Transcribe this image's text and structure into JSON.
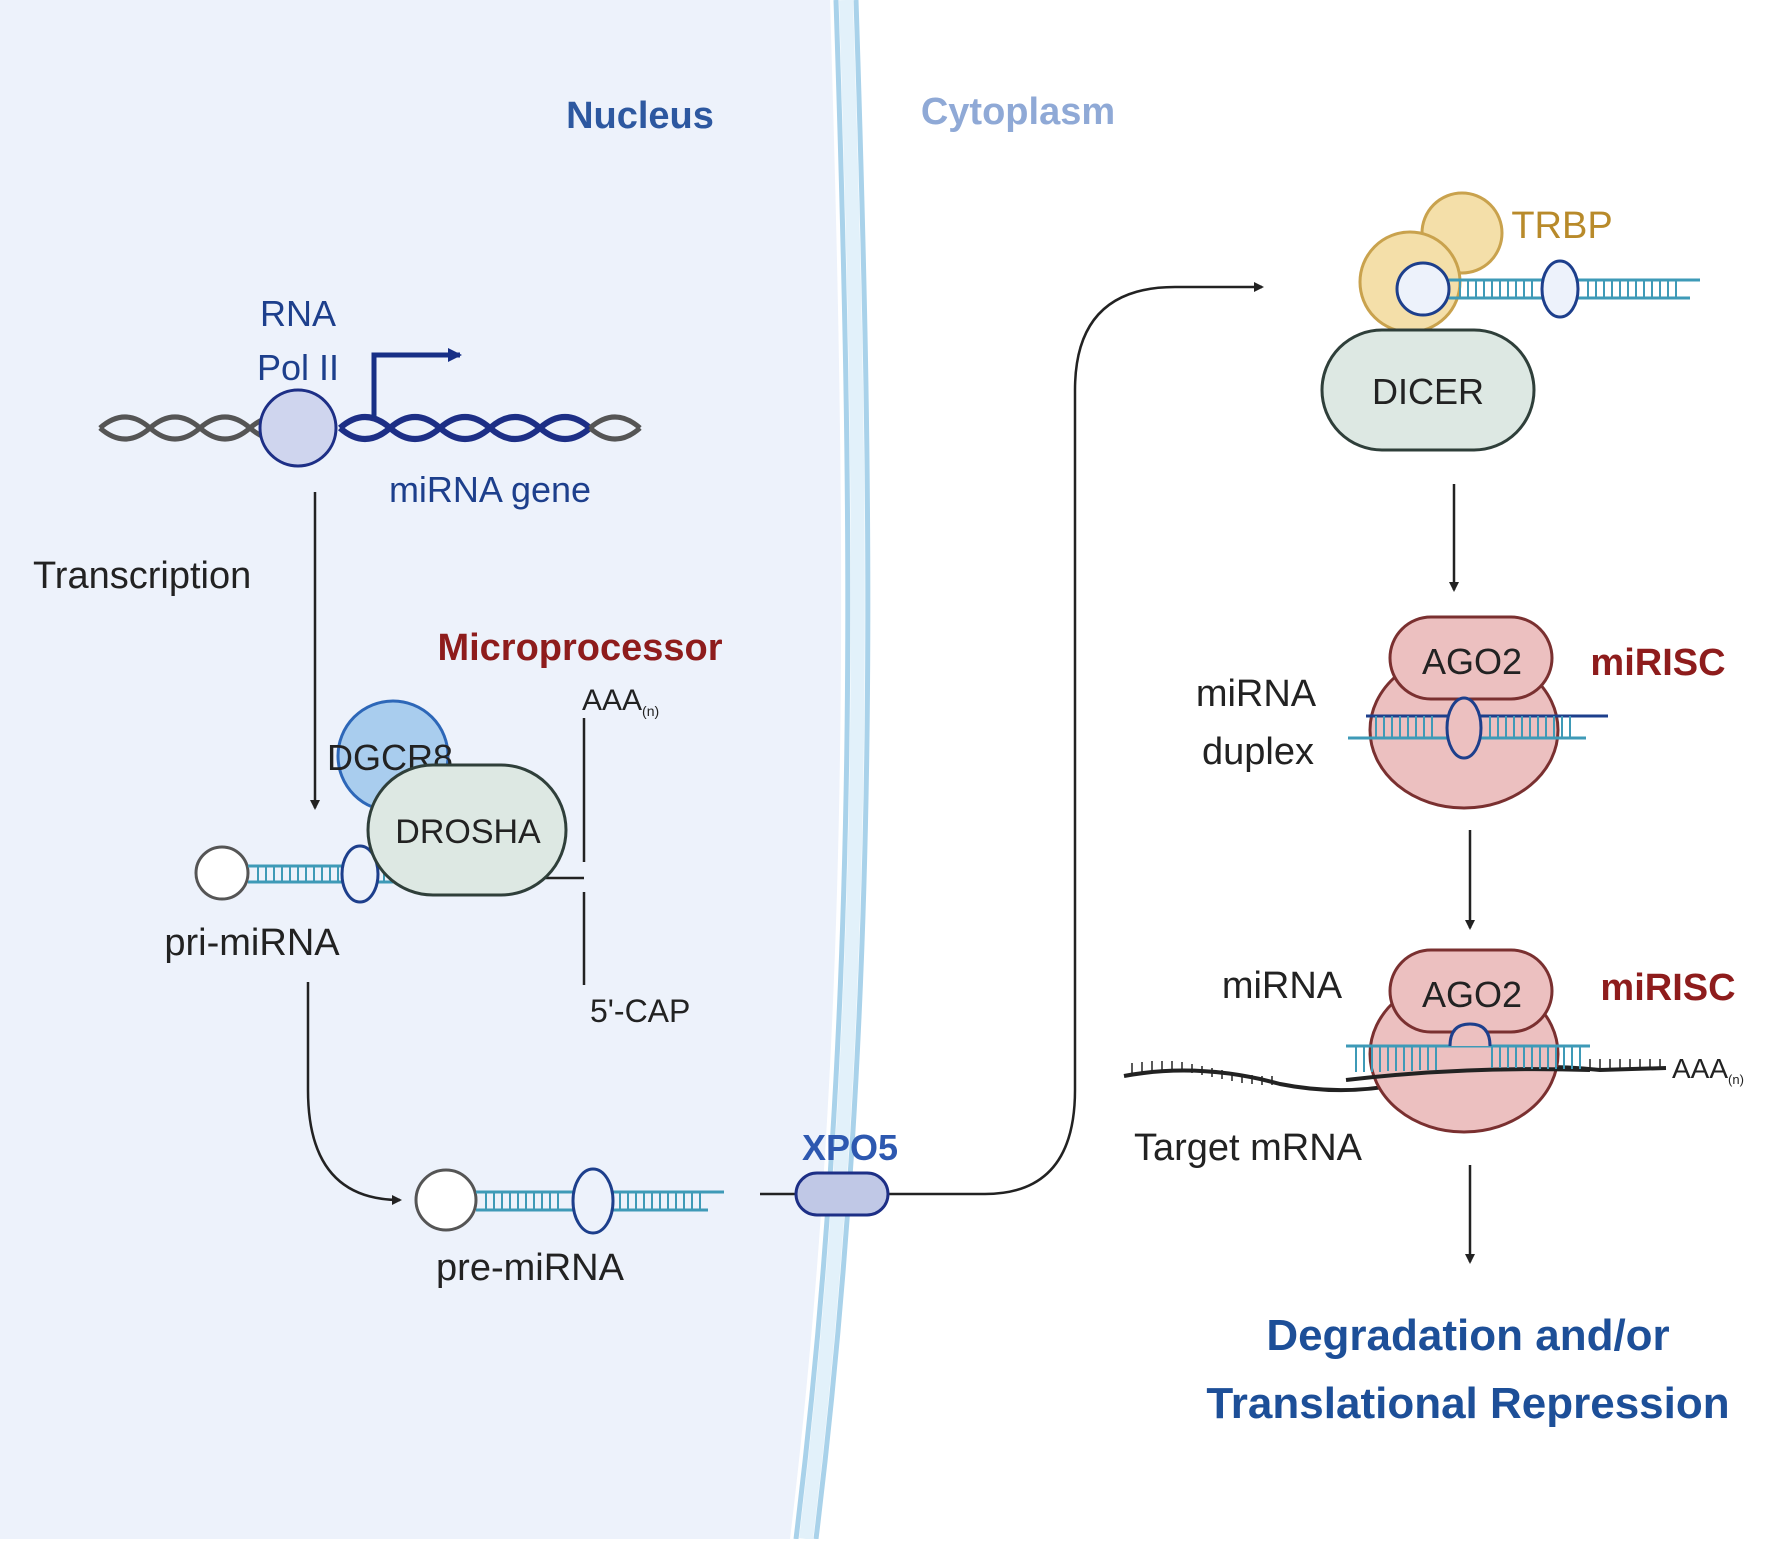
{
  "labels": {
    "nucleus": "Nucleus",
    "cytoplasm": "Cytoplasm",
    "rna": "RNA",
    "pol_ii": "Pol II",
    "mirna_gene": "miRNA gene",
    "transcription": "Transcription",
    "microprocessor": "Microprocessor",
    "dgcr8": "DGCR8",
    "drosha": "DROSHA",
    "aaa": "AAA",
    "aaa_sub": "(n)",
    "five_cap": "5'-CAP",
    "pri_mirna": "pri-miRNA",
    "pre_mirna": "pre-miRNA",
    "xpo5": "XPO5",
    "trbp": "TRBP",
    "dicer": "DICER",
    "ago2_top": "AGO2",
    "mirisc_top": "miRISC",
    "mirna_duplex_line1": "miRNA",
    "mirna_duplex_line2": "duplex",
    "ago2_bottom": "AGO2",
    "mirisc_bottom": "miRISC",
    "mirna": "miRNA",
    "target_mrna": "Target mRNA",
    "target_aaa": "AAA",
    "target_aaa_sub": "(n)",
    "outcome_line1": "Degradation and/or",
    "outcome_line2": "Translational Repression"
  },
  "colors": {
    "nucleus_bg": "#edf2fb",
    "membrane": "#a9d2ea",
    "dark_blue": "#1d3f8c",
    "navy": "#172f86",
    "light_blue_label": "#8fa9d6",
    "dark_red": "#8e1c1c",
    "trbp_gold": "#b88a2a",
    "rna_teal": "#3e9ab7",
    "protein_green": "#dde8e3",
    "protein_pink": "#ecc0c0",
    "dgcr8_blue": "#a9cdee"
  },
  "icons": [
    "dna-helix-icon",
    "hairpin-rna-icon",
    "arrow-icon"
  ]
}
